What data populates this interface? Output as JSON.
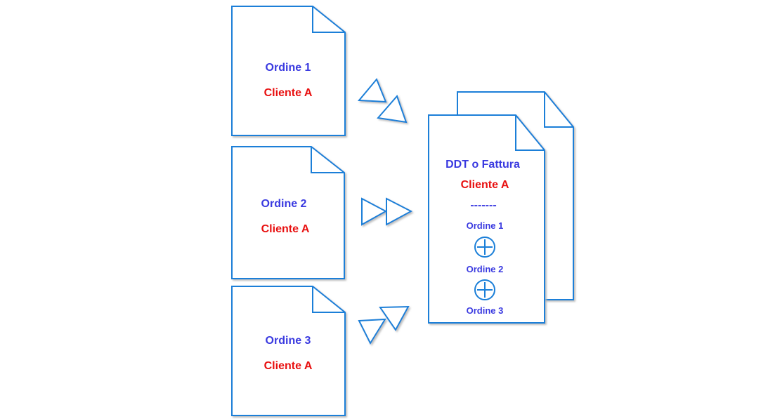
{
  "colors": {
    "stroke": "#1b7fd8",
    "order_text": "#3a3ae0",
    "client_text": "#e81010",
    "shadow": "#c7c7c7",
    "background": "#ffffff"
  },
  "orders": [
    {
      "order_label": "Ordine 1",
      "client_label": "Cliente A"
    },
    {
      "order_label": "Ordine 2",
      "client_label": "Cliente A"
    },
    {
      "order_label": "Ordine 3",
      "client_label": "Cliente A"
    }
  ],
  "output_document": {
    "title": "DDT o Fattura",
    "client_label": "Cliente A",
    "separator": "-------",
    "items": [
      "Ordine 1",
      "Ordine 2",
      "Ordine 3"
    ],
    "join_icon": "plus-circle-icon"
  },
  "connector_icon": "double-triangle-arrow-icon"
}
